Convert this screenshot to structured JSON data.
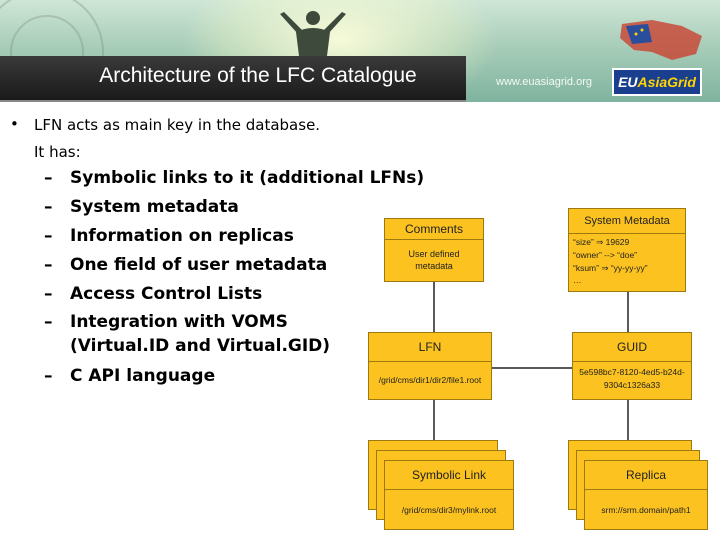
{
  "header": {
    "title": "Architecture of the LFC Catalogue",
    "url": "www.euasiagrid.org",
    "logo_text_a": "EU",
    "logo_text_b": "AsiaGrid"
  },
  "content": {
    "bullet_line1": "LFN acts as main key in the database.",
    "bullet_line2": "It has:",
    "items": [
      "Symbolic links to it (additional LFNs)",
      "System metadata",
      "Information on replicas",
      "One field of user metadata",
      "Access Control Lists",
      "Integration with VOMS",
      "(Virtual.ID and Virtual.GID)",
      "C API language"
    ]
  },
  "diagram": {
    "comments": {
      "title": "Comments",
      "body_line1": "User defined",
      "body_line2": "metadata"
    },
    "system_metadata": {
      "title": "System Metadata",
      "lines": [
        "“size” ⇒ 19629",
        "“owner” --> “doe”",
        "“ksum” ⇒ “yy-yy-yy”",
        "…"
      ]
    },
    "lfn": {
      "title": "LFN",
      "body": "/grid/cms/dir1/dir2/file1.root"
    },
    "guid": {
      "title": "GUID",
      "body_line1": "5e598bc7-8120-4ed5-b24d-",
      "body_line2": "9304c1326a33"
    },
    "symbolic_link": {
      "title": "Symbolic Link",
      "body": "/grid/cms/dir3/mylink.root"
    },
    "replica": {
      "title": "Replica",
      "body": "srm://srm.domain/path1"
    }
  },
  "colors": {
    "box_fill": "#fcc21f",
    "box_border": "#9c7a10",
    "title_bar": "#222222"
  }
}
